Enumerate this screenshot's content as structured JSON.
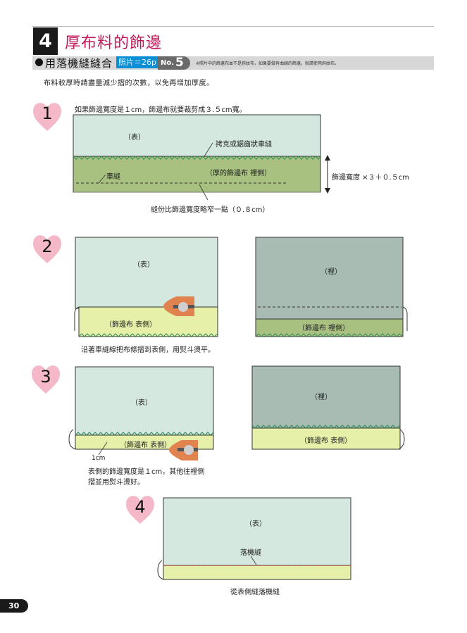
{
  "header": {
    "chapter_number": "4",
    "chapter_title": "厚布料的飾邊",
    "subtitle": "用落機縫縫合",
    "photo_ref": "照片＝26p",
    "no_prefix": "No.",
    "no_value": "5",
    "note": "※照片中的飾邊布並不是斜紋布，如果要做有曲線的飾邊，就請使用斜紋布。"
  },
  "intro": "布料較厚時請盡量減少摺的次數，以免再增加厚度。",
  "steps": [
    {
      "number": "1",
      "caption": "如果飾邊寬度是１cm，飾邊布就要裁剪成３.５cm寬。",
      "labels": {
        "front": "（表）",
        "overlock": "拷克或鋸齒狀車縫",
        "trim_back": "（厚的飾邊布 裡側）",
        "stitch": "車縫",
        "width": "飾邊寬度 ×３＋０.５cm",
        "allowance": "縫份比飾邊寬度略窄一點（０.８cm）"
      }
    },
    {
      "number": "2",
      "caption": "沿著車縫線把布條摺到表側，用熨斗燙平。",
      "labels": {
        "front": "（表）",
        "trim_front": "（飾邊布 表側）",
        "back": "（裡）",
        "trim_back": "（飾邊布 裡側）"
      }
    },
    {
      "number": "3",
      "caption_line1": "表側的飾邊寬度是１cm，其他往裡側",
      "caption_line2": "摺並用熨斗燙好。",
      "labels": {
        "front": "（表）",
        "trim_front": "（飾邊布 表側）",
        "measure": "1cm",
        "back": "（裡）",
        "trim_front_right": "（飾邊布 表側）"
      }
    },
    {
      "number": "4",
      "caption": "從表側縫落機縫",
      "labels": {
        "front": "（表）",
        "ditch_stitch": "落機縫"
      }
    }
  ],
  "page_number": "30",
  "colors": {
    "chapter_title": "#c2185b",
    "fabric_front": "#d5e8e0",
    "fabric_back": "#a8bcb4",
    "trim_back": "#a9c180",
    "trim_front": "#e6f0a8",
    "zigzag": "#2e8b57",
    "heart": "#f4b8c8",
    "iron": "#e0834f",
    "photo_badge": "#0a8fd6",
    "stitch_red": "#c0392b"
  }
}
